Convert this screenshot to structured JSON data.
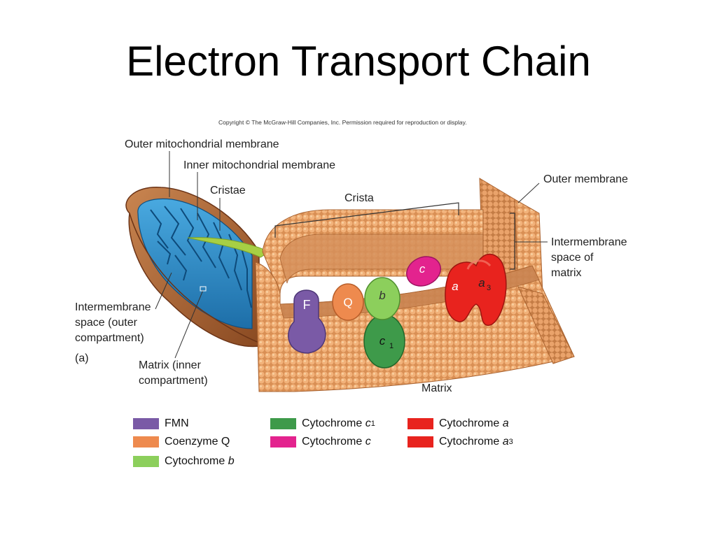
{
  "title": "Electron Transport Chain",
  "copyright": "Copyright © The McGraw-Hill Companies, Inc. Permission required for reproduction or display.",
  "labels": {
    "outer_mito_membrane": "Outer mitochondrial membrane",
    "inner_mito_membrane": "Inner mitochondrial membrane",
    "cristae": "Cristae",
    "crista": "Crista",
    "outer_membrane": "Outer membrane",
    "intermembrane_matrix": [
      "Intermembrane",
      "space of",
      "matrix"
    ],
    "intermembrane_outer": [
      "Intermembrane",
      "space (outer",
      "compartment)"
    ],
    "panel": "(a)",
    "matrix_inner": [
      "Matrix (inner",
      "compartment)"
    ],
    "matrix": "Matrix"
  },
  "proteins": {
    "F": "F",
    "Q": "Q",
    "b": "b",
    "c1": "c",
    "c1_sub": "1",
    "c": "c",
    "a": "a",
    "a3": "a",
    "a3_sub": "3"
  },
  "legend": [
    {
      "label": "FMN",
      "color": "#7a5aa6"
    },
    {
      "label": "Coenzyme Q",
      "color": "#ee8a4e"
    },
    {
      "label": "Cytochrome ",
      "italic": "b",
      "sub": "",
      "color": "#8ccf5c"
    },
    {
      "label": "Cytochrome ",
      "italic": "c",
      "sub": "1",
      "color": "#3e9a4a"
    },
    {
      "label": "Cytochrome ",
      "italic": "c",
      "sub": "",
      "color": "#e3238e"
    },
    {
      "label": "Cytochrome ",
      "italic": "a",
      "sub": "",
      "color": "#e8231e"
    },
    {
      "label": "Cytochrome ",
      "italic": "a",
      "sub": "3",
      "color": "#e8231e"
    }
  ],
  "colors": {
    "membrane": "#e9a66c",
    "membrane_dark": "#c8834a",
    "mito_outer": "#b0683a",
    "cristae_blue": "#2e8cc9",
    "arrow_green": "#a7cf44"
  }
}
